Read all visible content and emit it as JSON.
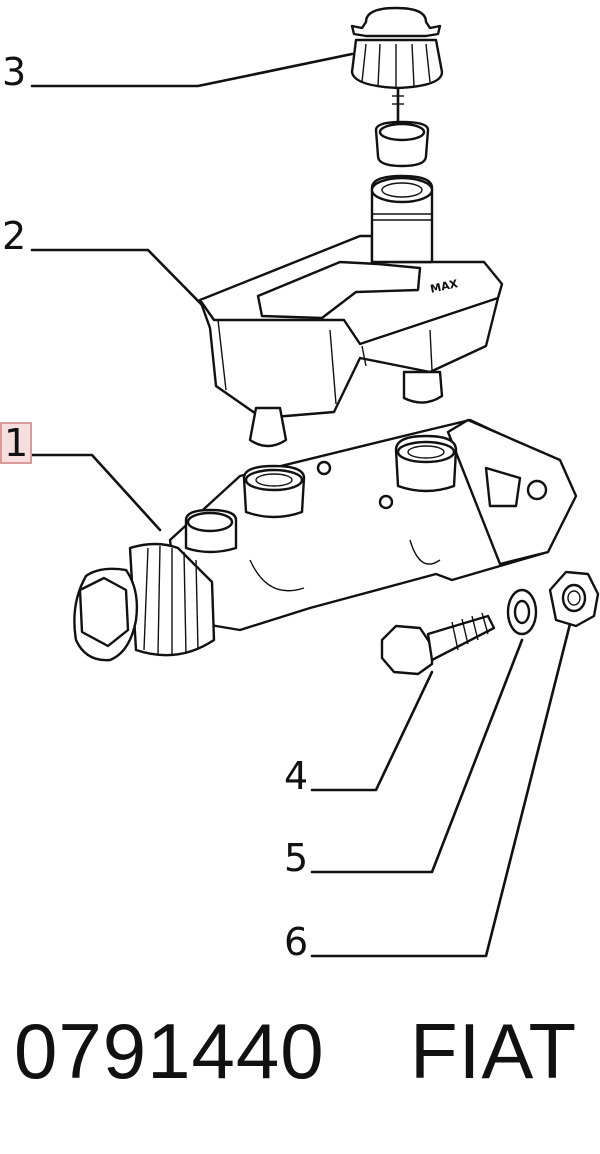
{
  "callouts": [
    {
      "id": "3",
      "label": "3",
      "part": "reservoir cap"
    },
    {
      "id": "2",
      "label": "2",
      "part": "fluid reservoir"
    },
    {
      "id": "1",
      "label": "1",
      "part": "brake master cylinder"
    },
    {
      "id": "4",
      "label": "4",
      "part": "bolt"
    },
    {
      "id": "5",
      "label": "5",
      "part": "washer"
    },
    {
      "id": "6",
      "label": "6",
      "part": "nut"
    }
  ],
  "reservoir_mark": "MAX",
  "footer": {
    "part_number": "0791440",
    "brand": "FIAT"
  },
  "highlight": {
    "callout": "1",
    "color": "#d99a9a"
  }
}
